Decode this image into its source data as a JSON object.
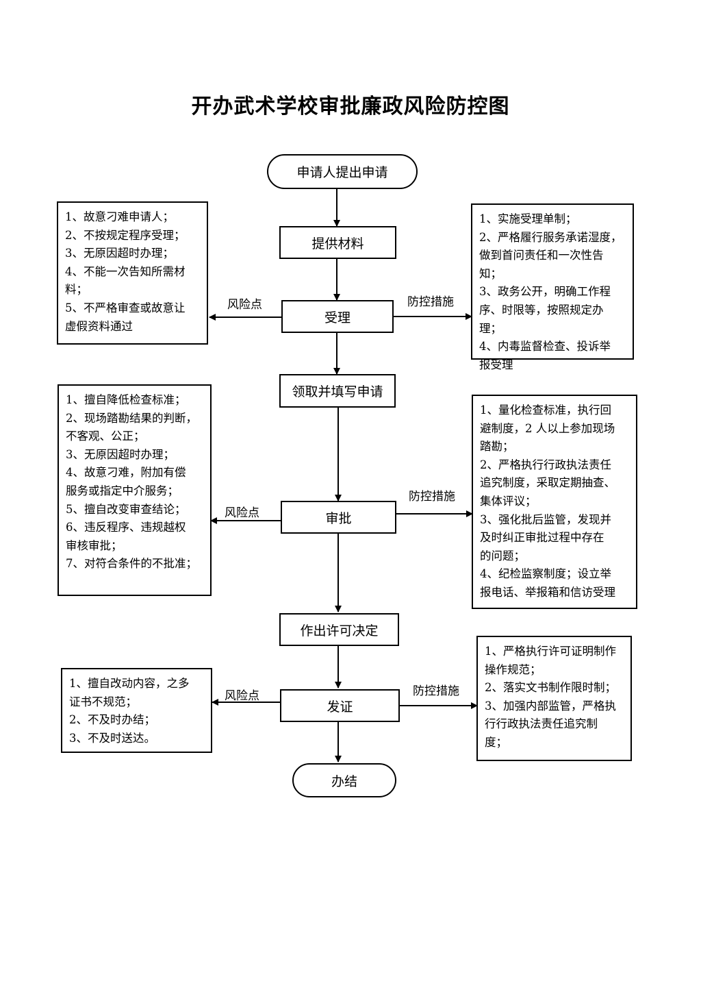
{
  "title": "开办武术学校审批廉政风险防控图",
  "flow": {
    "start": "申请人提出申请",
    "provide": "提供材料",
    "accept": "受理",
    "fill": "领取并填写申请",
    "approve": "审批",
    "decide": "作出许可决定",
    "issue": "发证",
    "end": "办结"
  },
  "labels": {
    "risk": "风险点",
    "control": "防控措施"
  },
  "risks": {
    "accept": [
      "1、故意刁难申请人；",
      "2、不按规定程序受理；",
      "3、无原因超时办理；",
      "4、不能一次告知所需材",
      "料；",
      "5、不严格审查或故意让",
      "虚假资料通过"
    ],
    "approve": [
      "1、擅自降低检查标准；",
      "2、现场踏勘结果的判断，",
      "不客观、公正；",
      "3、无原因超时办理；",
      "4、故意刁难，附加有偿",
      "服务或指定中介服务；",
      "5、擅自改变审查结论；",
      "6、违反程序、违规越权",
      "审核审批；",
      "7、对符合条件的不批准；"
    ],
    "issue": [
      "1、擅自改动内容，之多",
      "证书不规范；",
      "2、不及时办结；",
      "3、不及时送达。"
    ]
  },
  "controls": {
    "accept": [
      "1、实施受理单制；",
      "2、严格履行服务承诺湿度，",
      "做到首问责任和一次性告",
      "知；",
      "3、政务公开，明确工作程",
      "序、时限等，按照规定办理；",
      "4、内毒监督检查、投诉举",
      "报受理"
    ],
    "approve": [
      "1、量化检查标准，执行回",
      "避制度，2 人以上参加现场",
      "踏勘；",
      "2、严格执行行政执法责任",
      "追究制度，采取定期抽查、",
      "集体评议；",
      "3、强化批后监管，发现并",
      "及时纠正审批过程中存在",
      "的问题；",
      "4、纪检监察制度；设立举",
      "报电话、举报箱和信访受理"
    ],
    "issue": [
      "1、严格执行许可证明制作",
      "操作规范；",
      "2、落实文书制作限时制；",
      "3、加强内部监管，严格执",
      "行行政执法责任追究制",
      "度；"
    ]
  }
}
